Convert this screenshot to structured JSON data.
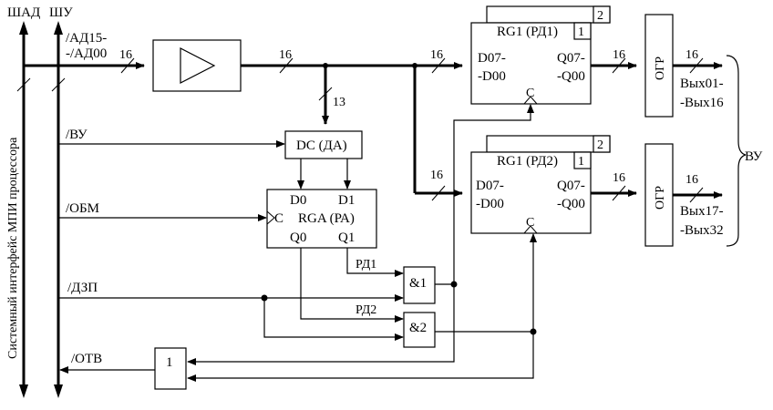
{
  "bus_labels": {
    "shad": "ШАД",
    "shu": "ШУ"
  },
  "vertical_caption": "Системный интерфейс МПИ процессора",
  "signals": {
    "ad_line1": "/АД15-",
    "ad_line2": "-/АД00",
    "vu": "/ВУ",
    "obm": "/ОБМ",
    "dzp": "/ДЗП",
    "otv": "/ОТВ"
  },
  "bus_widths": {
    "ad_in": "16",
    "buffer_out": "16",
    "rg1_in": "16",
    "rg1_out": "16",
    "ogr1_out": "16",
    "dc_in": "13",
    "rg2_in": "16",
    "rg2_out": "16",
    "ogr2_out": "16"
  },
  "dc": {
    "label": "DC (ДА)"
  },
  "rga": {
    "d0": "D0",
    "d1": "D1",
    "c": "C",
    "name": "RGA (РА)",
    "q0": "Q0",
    "q1": "Q1"
  },
  "rg_top": {
    "badge_back": "2",
    "badge_front": "1",
    "title": "RG1 (РД1)",
    "in1": "D07-",
    "in2": "-D00",
    "out1": "Q07-",
    "out2": "-Q00",
    "clock": "C"
  },
  "rg_bottom": {
    "badge_back": "2",
    "badge_front": "1",
    "title": "RG1 (РД2)",
    "in1": "D07-",
    "in2": "-D00",
    "out1": "Q07-",
    "out2": "-Q00",
    "clock": "C"
  },
  "ogr": {
    "top": "ОГР",
    "bottom": "ОГР"
  },
  "outputs": {
    "top1": "Вых01-",
    "top2": "-Вых16",
    "bottom1": "Вых17-",
    "bottom2": "-Вых32",
    "group": "ВУ"
  },
  "gates": {
    "and1": "&1",
    "and2": "&2",
    "or": "1"
  },
  "wire_labels": {
    "rd1": "РД1",
    "rd2": "РД2"
  }
}
